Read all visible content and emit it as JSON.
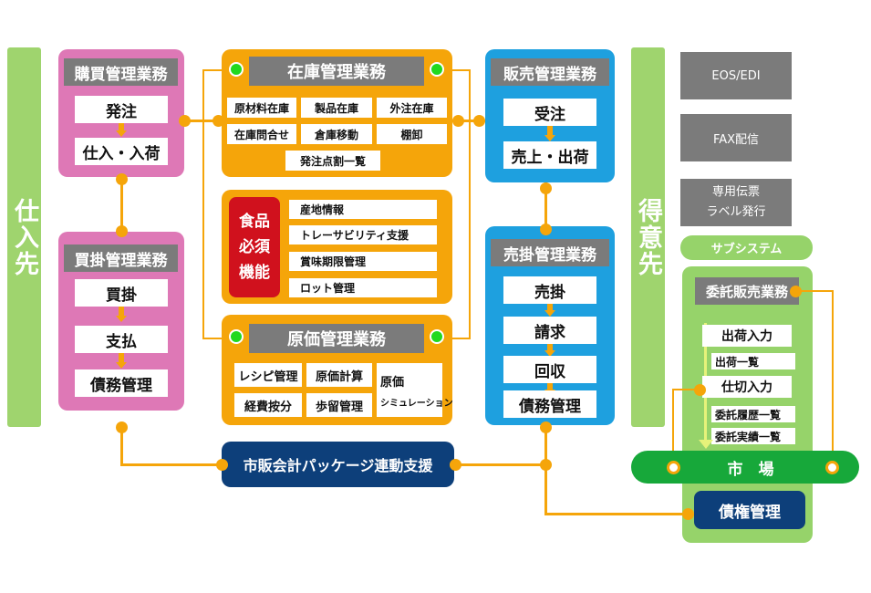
{
  "left_bar": "仕入先",
  "right_bar": "得意先",
  "purchase": {
    "title": "購買管理業務",
    "items": [
      "発注",
      "仕入・入荷"
    ]
  },
  "payable": {
    "title": "買掛管理業務",
    "items": [
      "買掛",
      "支払",
      "債務管理"
    ]
  },
  "inventory": {
    "title": "在庫管理業務",
    "items": [
      "原材料在庫",
      "製品在庫",
      "外注在庫",
      "在庫問合せ",
      "倉庫移動",
      "棚卸",
      "発注点割一覧"
    ]
  },
  "food": {
    "label_lines": [
      "食品",
      "必須",
      "機能"
    ],
    "items": [
      "産地情報",
      "トレーサビリティ支援",
      "賞味期限管理",
      "ロット管理"
    ]
  },
  "cost": {
    "title": "原価管理業務",
    "items": [
      "レシピ管理",
      "原価計算",
      "経費按分",
      "歩留管理"
    ],
    "sim_lines": [
      "原価",
      "シミュレーション"
    ]
  },
  "sales": {
    "title": "販売管理業務",
    "items": [
      "受注",
      "売上・出荷"
    ]
  },
  "receivable": {
    "title": "売掛管理業務",
    "items": [
      "売掛",
      "請求",
      "回収",
      "債務管理"
    ]
  },
  "external": {
    "eos": "EOS/EDI",
    "fax": "FAX配信",
    "slip_lines": [
      "専用伝票",
      "ラベル発行"
    ],
    "subsystem": "サブシステム"
  },
  "consign": {
    "title": "委託販売業務",
    "items": [
      "出荷入力",
      "出荷一覧",
      "仕切入力",
      "委託履歴一覧",
      "委託実績一覧"
    ]
  },
  "market": "市　場",
  "credit": "債権管理",
  "accounting": "市販会計パッケージ連動支援",
  "colors": {
    "pink": "#de78b6",
    "orange": "#f5a50a",
    "blue": "#1ea0df",
    "green": "#96d36a",
    "navy": "#0d3f7a",
    "header_gray": "#7b7b7b",
    "food_red": "#d0111d",
    "market_green": "#17a83a"
  }
}
